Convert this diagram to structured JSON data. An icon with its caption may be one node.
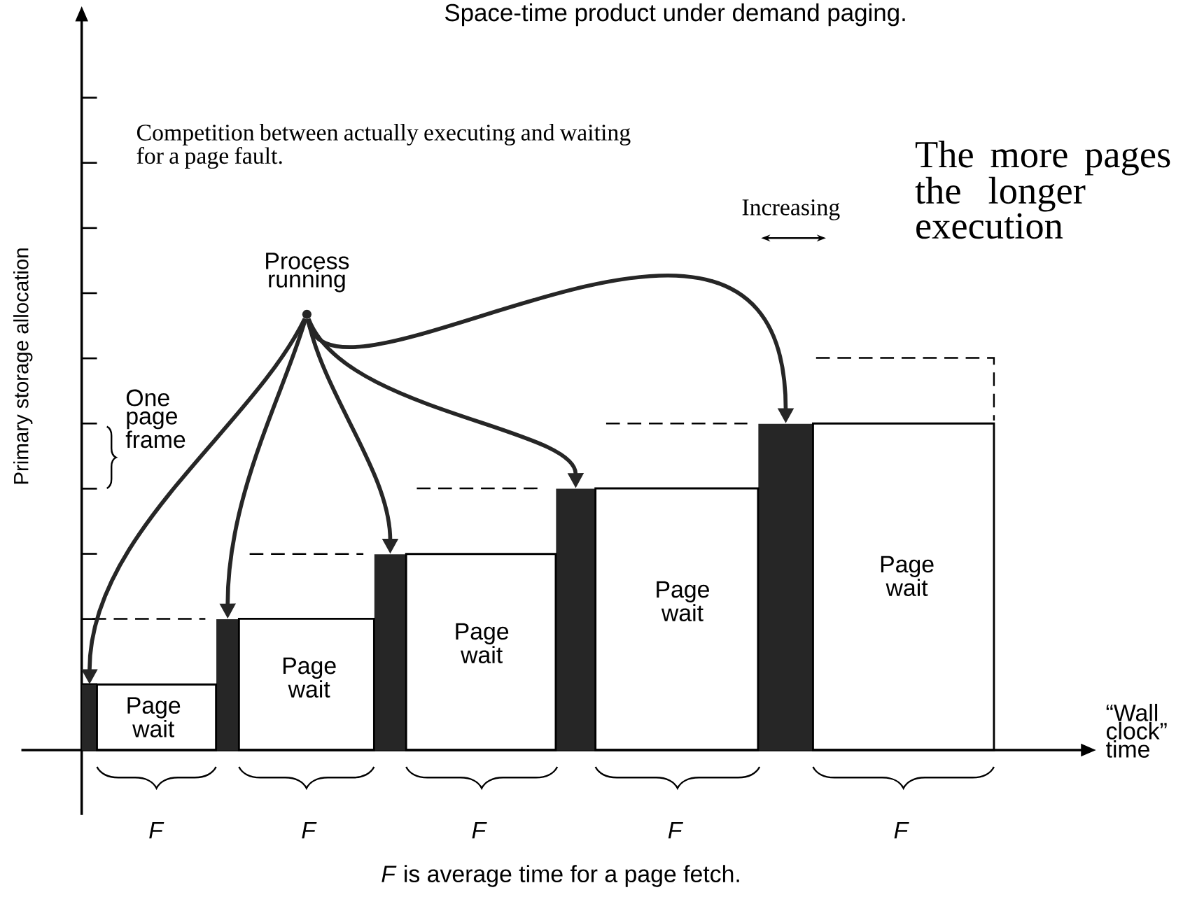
{
  "diagram": {
    "title": "Space-time product under demand paging.",
    "caption": "*F* is average time for a page fetch.",
    "nodes": [
      {
        "text": [],
        "shape": "circle",
        "beside": [
          "Process running"
        ]
      },
      {
        "text": [],
        "shape": "bar"
      },
      {
        "text": [],
        "shape": "bar"
      },
      {
        "text": [],
        "shape": "bar"
      },
      {
        "text": [],
        "shape": "bar"
      },
      {
        "text": [],
        "shape": "bar"
      },
      {
        "text": [
          "Page wait"
        ]
      },
      {
        "text": [
          "Page wait"
        ]
      },
      {
        "text": [
          "Page wait"
        ]
      },
      {
        "text": [
          "Page wait"
        ]
      },
      {
        "text": [
          "Page wait"
        ]
      }
    ],
    "edges": [
      {
        "from": 0,
        "to": 1,
        "arrow": "to"
      },
      {
        "from": 0,
        "to": 2,
        "arrow": "to"
      },
      {
        "from": 0,
        "to": 3,
        "arrow": "to"
      },
      {
        "from": 0,
        "to": 4,
        "arrow": "to"
      },
      {
        "from": 0,
        "to": 5,
        "arrow": "to"
      }
    ],
    "labels": [
      "Competition between actually executing and waiting for a page fault.",
      "Increasing",
      "The more pages the longer execution",
      "Primary storage allocation",
      "One page frame",
      "“Wall clock” time",
      "F",
      "F",
      "F",
      "F",
      "F"
    ]
  }
}
